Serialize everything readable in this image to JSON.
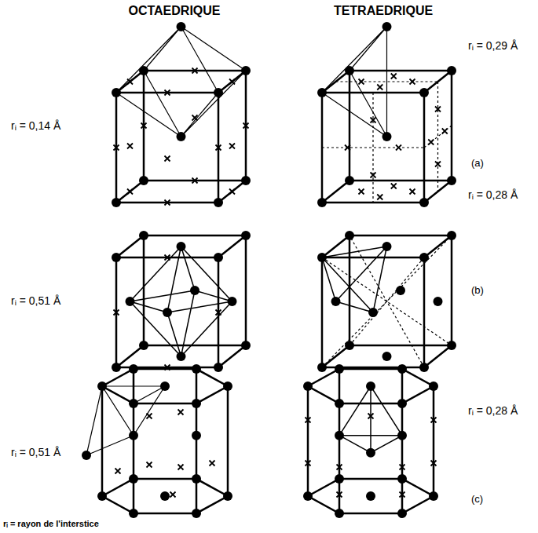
{
  "diagram": {
    "labels": [
      "OCTAEDRIQUE",
      "TETRAEDRIQUE",
      "rᵢ = 0,14 Å",
      "rᵢ = 0,29 Å",
      "(a)",
      "rᵢ = 0,51 Å",
      "rᵢ = 0,28 Å",
      "(b)",
      "rᵢ = 0,51 Å",
      "rᵢ = 0,28 Å",
      "(c)",
      "rᵢ = rayon de l'interstice"
    ]
  }
}
